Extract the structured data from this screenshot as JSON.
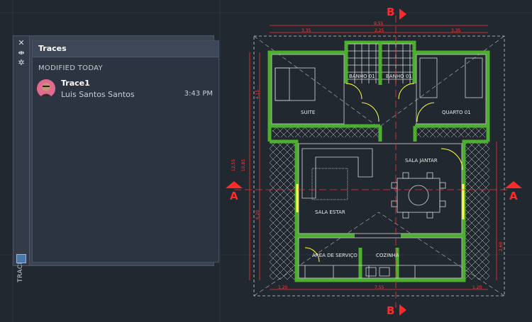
{
  "colors": {
    "background": "#212830",
    "wall_green": "#4caf2d",
    "dimension_red": "#ff3030",
    "line_white": "#d8d8d8",
    "door_yellow": "#ffff40"
  },
  "palette": {
    "strip_label": "TRACES",
    "close_icon": "close-icon",
    "pin_icon": "pin-icon",
    "settings_icon": "gear-icon"
  },
  "traces_panel": {
    "title": "Traces",
    "section": "MODIFIED TODAY",
    "items": [
      {
        "name": "Trace1",
        "user": "Luis Santos Santos",
        "time": "3:43 PM"
      }
    ]
  },
  "drawing": {
    "rooms": {
      "suite": "SUITE",
      "banho1": "BANHO 01",
      "banho2": "BANHO 01",
      "quarto": "QUARTO 01",
      "sala_jantar": "SALA JANTAR",
      "sala_estar": "SALA ESTAR",
      "area_servico": "ÁREA DE SERVIÇO",
      "cozinha": "COZINHA"
    },
    "section_marks": {
      "top": "B",
      "bottom": "B",
      "left": "A",
      "right": "A"
    },
    "dimensions": {
      "top_total": "9,55",
      "top_a": "3,35",
      "top_b": "2,25",
      "top_c": "3,35",
      "bottom_a": "1,20",
      "bottom_b": "7,55",
      "bottom_c": "1,20",
      "left_a": "4,15",
      "left_b": "6,20",
      "left_total": "10,85",
      "left_outer": "12,55",
      "right_a": "2,60"
    }
  }
}
